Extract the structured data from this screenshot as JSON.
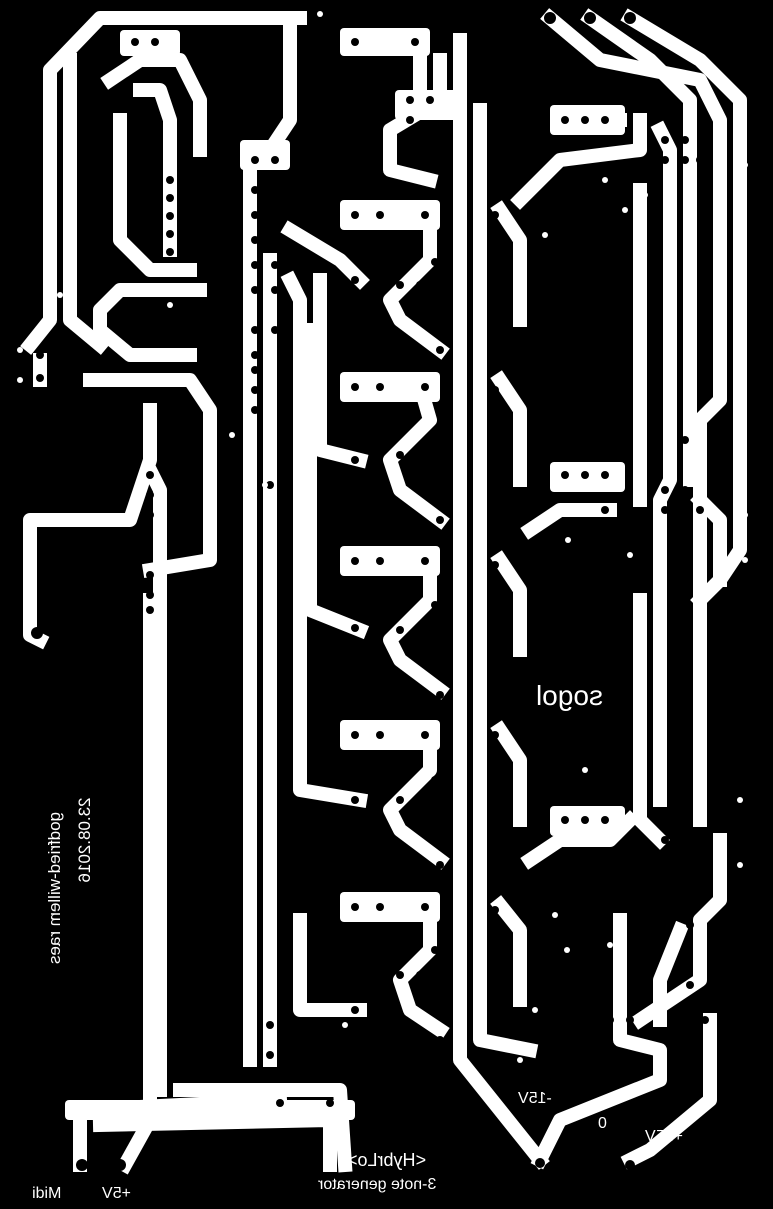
{
  "board": {
    "logo_text": "sogol",
    "author_text": "godfried-willem raes",
    "date_text": "23.08.2016",
    "title_text": "<HybrLo>",
    "subtitle_text": "3-note generator",
    "connectors": {
      "midi": "Midi",
      "plus5v": "+5V",
      "minus15v": "-15V",
      "zero": "0",
      "plus15v": "+15V"
    }
  }
}
